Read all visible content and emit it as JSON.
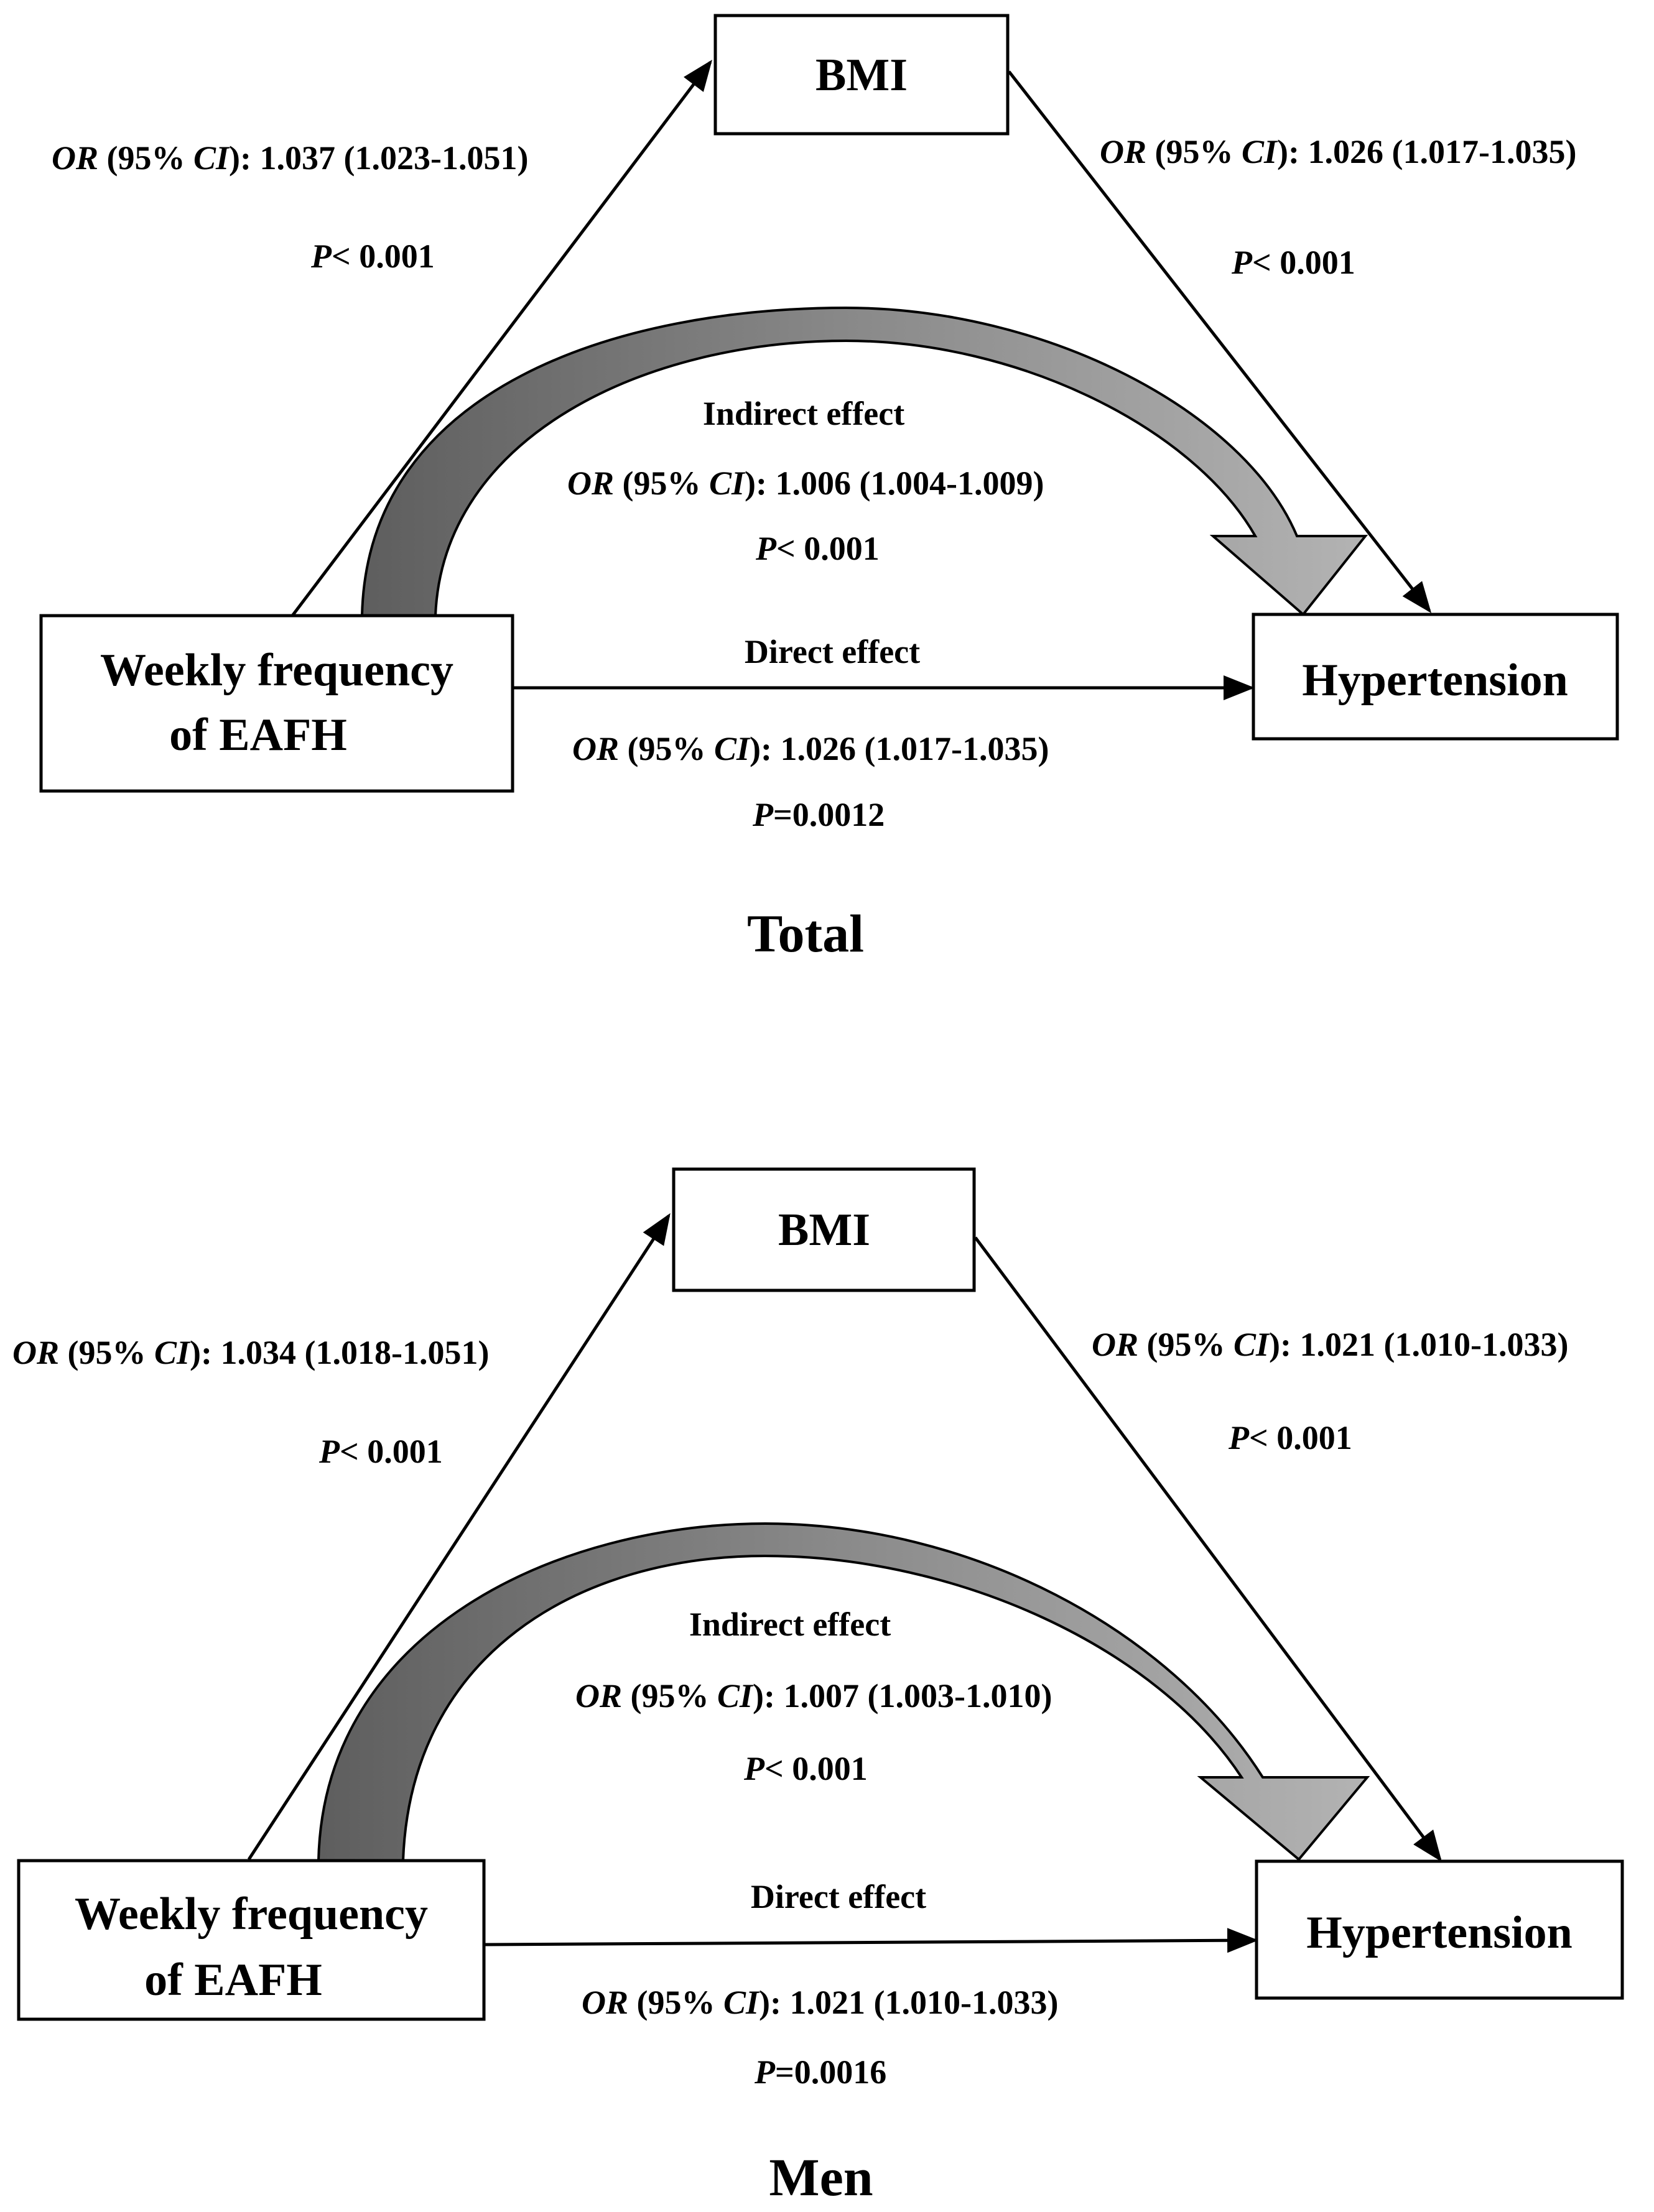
{
  "labels": {
    "or": "OR",
    "pct": " (95% ",
    "ci": "CI",
    "close": ")",
    "p": "P",
    "indirect": "Indirect effect",
    "direct": "Direct effect"
  },
  "panels": [
    {
      "caption": "Total",
      "nodes": {
        "mediator": "BMI",
        "exposure_line1": "Weekly frequency",
        "exposure_line2": "of EAFH",
        "outcome": "Hypertension"
      },
      "path_a": {
        "or_value": ": 1.037 (1.023-1.051)",
        "p_value": "< 0.001"
      },
      "path_b": {
        "or_value": ": 1.026 (1.017-1.035)",
        "p_value": "< 0.001"
      },
      "indirect": {
        "or_value": ": 1.006 (1.004-1.009)",
        "p_value": "< 0.001"
      },
      "direct": {
        "or_value": ": 1.026 (1.017-1.035)",
        "p_value": "=0.0012"
      }
    },
    {
      "caption": "Men",
      "nodes": {
        "mediator": "BMI",
        "exposure_line1": "Weekly frequency",
        "exposure_line2": "of EAFH",
        "outcome": "Hypertension"
      },
      "path_a": {
        "or_value": ": 1.034 (1.018-1.051)",
        "p_value": "< 0.001"
      },
      "path_b": {
        "or_value": ": 1.021 (1.010-1.033)",
        "p_value": "< 0.001"
      },
      "indirect": {
        "or_value": ": 1.007 (1.003-1.010)",
        "p_value": "< 0.001"
      },
      "direct": {
        "or_value": ": 1.021 (1.010-1.033)",
        "p_value": "=0.0016"
      }
    }
  ]
}
